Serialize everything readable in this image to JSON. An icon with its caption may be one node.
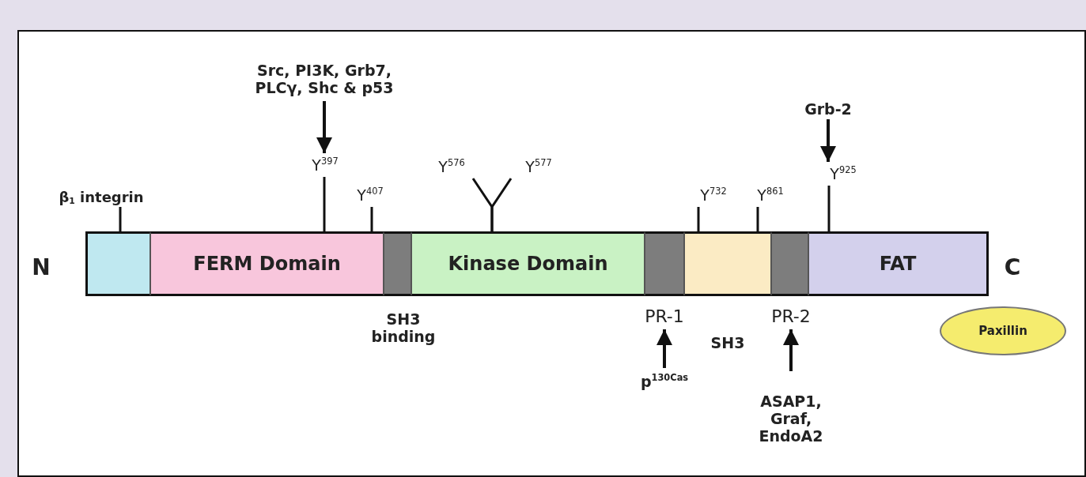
{
  "diagram": {
    "nodes": [
      {
        "text": [
          "Src, PI3K, Grb7, PLCγ, Shc & p53"
        ]
      },
      {
        "text": [
          "Grb-2"
        ]
      },
      {
        "text": [
          "β$_{1}$ integrin"
        ]
      },
      {
        "text": [
          "Y$^{397}$"
        ]
      },
      {
        "text": [
          "Y$^{407}$"
        ]
      },
      {
        "text": [
          "Y$^{576}$"
        ]
      },
      {
        "text": [
          "Y$^{577}$"
        ]
      },
      {
        "text": [
          "Y$^{732}$"
        ]
      },
      {
        "text": [
          "Y$^{861}$"
        ]
      },
      {
        "text": [
          "Y$^{925}$"
        ]
      },
      {
        "text": [],
        "shape": "box"
      },
      {
        "text": [
          "FERM Domain"
        ]
      },
      {
        "text": [],
        "shape": "box"
      },
      {
        "text": [
          "Kinase Domain"
        ]
      },
      {
        "text": [],
        "shape": "box"
      },
      {
        "text": [],
        "shape": "box"
      },
      {
        "text": [],
        "shape": "box"
      },
      {
        "text": [
          "FAT"
        ]
      },
      {
        "text": [
          "Paxillin"
        ]
      },
      {
        "text": [
          "PR-1"
        ]
      },
      {
        "text": [
          "PR-2"
        ]
      },
      {
        "text": [
          "p$^{130Cas}$"
        ]
      },
      {
        "text": [
          "ASAP1, Graf, EndoA2"
        ]
      }
    ],
    "edges": [
      {
        "from": 0,
        "to": 3,
        "arrow": "to"
      },
      {
        "from": 1,
        "to": 9,
        "arrow": "to"
      },
      {
        "from": 21,
        "to": 19,
        "arrow": "to"
      },
      {
        "from": 22,
        "to": 20,
        "arrow": "to"
      },
      {
        "from": 2,
        "to": 10,
        "arrow": "none"
      },
      {
        "from": 3,
        "to": 11,
        "arrow": "none"
      },
      {
        "from": 4,
        "to": 11,
        "arrow": "none"
      },
      {
        "from": 5,
        "to": 13,
        "arrow": "none"
      },
      {
        "from": 6,
        "to": 13,
        "arrow": "none"
      },
      {
        "from": 7,
        "to": 15,
        "arrow": "none"
      },
      {
        "from": 8,
        "to": 15,
        "arrow": "none"
      },
      {
        "from": 9,
        "to": 17,
        "arrow": "none"
      }
    ],
    "labels": [
      "N",
      "C",
      "SH3 binding",
      "SH3"
    ]
  }
}
